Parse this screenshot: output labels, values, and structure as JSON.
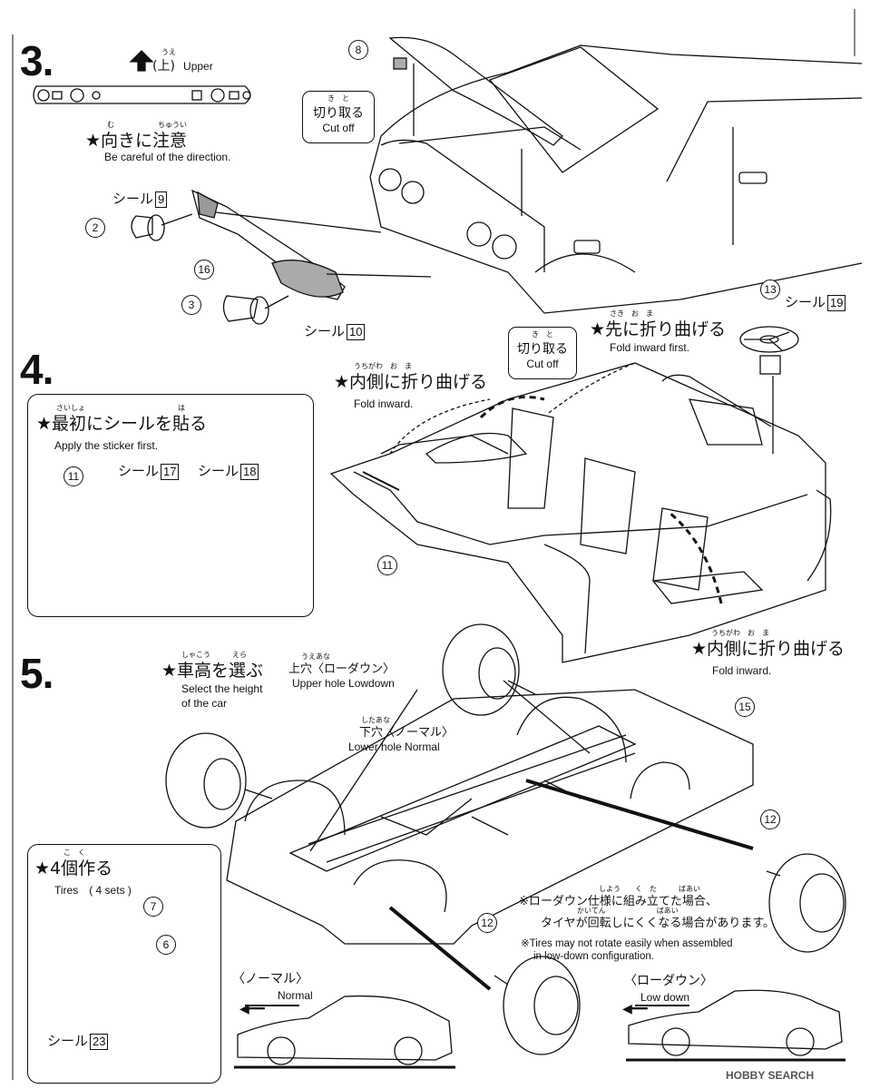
{
  "step3": {
    "number": "3.",
    "upper_label": "(上)",
    "upper_ruby": "うえ",
    "upper_en": "Upper",
    "direction_jp": "★向きに注意",
    "direction_ruby1": "む",
    "direction_ruby2": "ちゅうい",
    "direction_en": "Be careful of the direction.",
    "sticker9_label": "シール",
    "sticker9_num": "9",
    "sticker10_label": "シール",
    "sticker10_num": "10",
    "part2": "2",
    "part3": "3",
    "part16": "16",
    "part8": "8",
    "cutoff1_jp": "切り取る",
    "cutoff1_ruby": "き　と",
    "cutoff1_en": "Cut off",
    "cutoff2_jp": "切り取る",
    "cutoff2_ruby": "き　と",
    "cutoff2_en": "Cut off",
    "part13": "13",
    "sticker19_label": "シール",
    "sticker19_num": "19",
    "fold_first_jp": "★先に折り曲げる",
    "fold_first_ruby": "さき　お　ま",
    "fold_first_en": "Fold inward first."
  },
  "step4": {
    "number": "4.",
    "fold_inward_jp": "★内側に折り曲げる",
    "fold_inward_ruby": "うちがわ　お　ま",
    "fold_inward_en": "Fold inward.",
    "apply_jp": "★最初にシールを貼る",
    "apply_ruby1": "さいしょ",
    "apply_ruby2": "は",
    "apply_en": "Apply the sticker first.",
    "part11a": "11",
    "sticker17_label": "シール",
    "sticker17_num": "17",
    "sticker18_label": "シール",
    "sticker18_num": "18",
    "part11b": "11",
    "fold_inward2_jp": "★内側に折り曲げる",
    "fold_inward2_ruby": "うちがわ　お　ま",
    "fold_inward2_en": "Fold inward."
  },
  "step5": {
    "number": "5.",
    "height_jp": "★車高を選ぶ",
    "height_ruby1": "しゃこう",
    "height_ruby2": "えら",
    "height_en1": "Select the height",
    "height_en2": "of the car",
    "upper_hole_jp": "上穴〈ローダウン〉",
    "upper_hole_ruby": "うえあな",
    "upper_hole_en": "Upper hole  Lowdown",
    "lower_hole_jp": "下穴〈ノーマル〉",
    "lower_hole_ruby": "したあな",
    "lower_hole_en": "Lower hole  Normal",
    "part15": "15",
    "part12a": "12",
    "part12b": "12",
    "tires_jp": "★4個作る",
    "tires_ruby": "こ　く",
    "tires_en": "Tires　( 4 sets )",
    "part7": "7",
    "part6": "6",
    "sticker23_label": "シール",
    "sticker23_num": "23",
    "note_jp1": "※ローダウン仕様に組み立てた場合、",
    "note_jp1_ruby": "しよう　　く　た　　　ばあい",
    "note_jp2": "タイヤが回転しにくくなる場合があります。",
    "note_jp2_ruby": "かいてん　　　　　　　ばあい",
    "note_en1": "※Tires may not rotate easily when assembled",
    "note_en2": "in low-down configuration.",
    "normal_jp": "〈ノーマル〉",
    "normal_en": "Normal",
    "lowdown_jp": "〈ローダウン〉",
    "lowdown_en": "Low down"
  },
  "watermark": "HOBBY SEARCH"
}
